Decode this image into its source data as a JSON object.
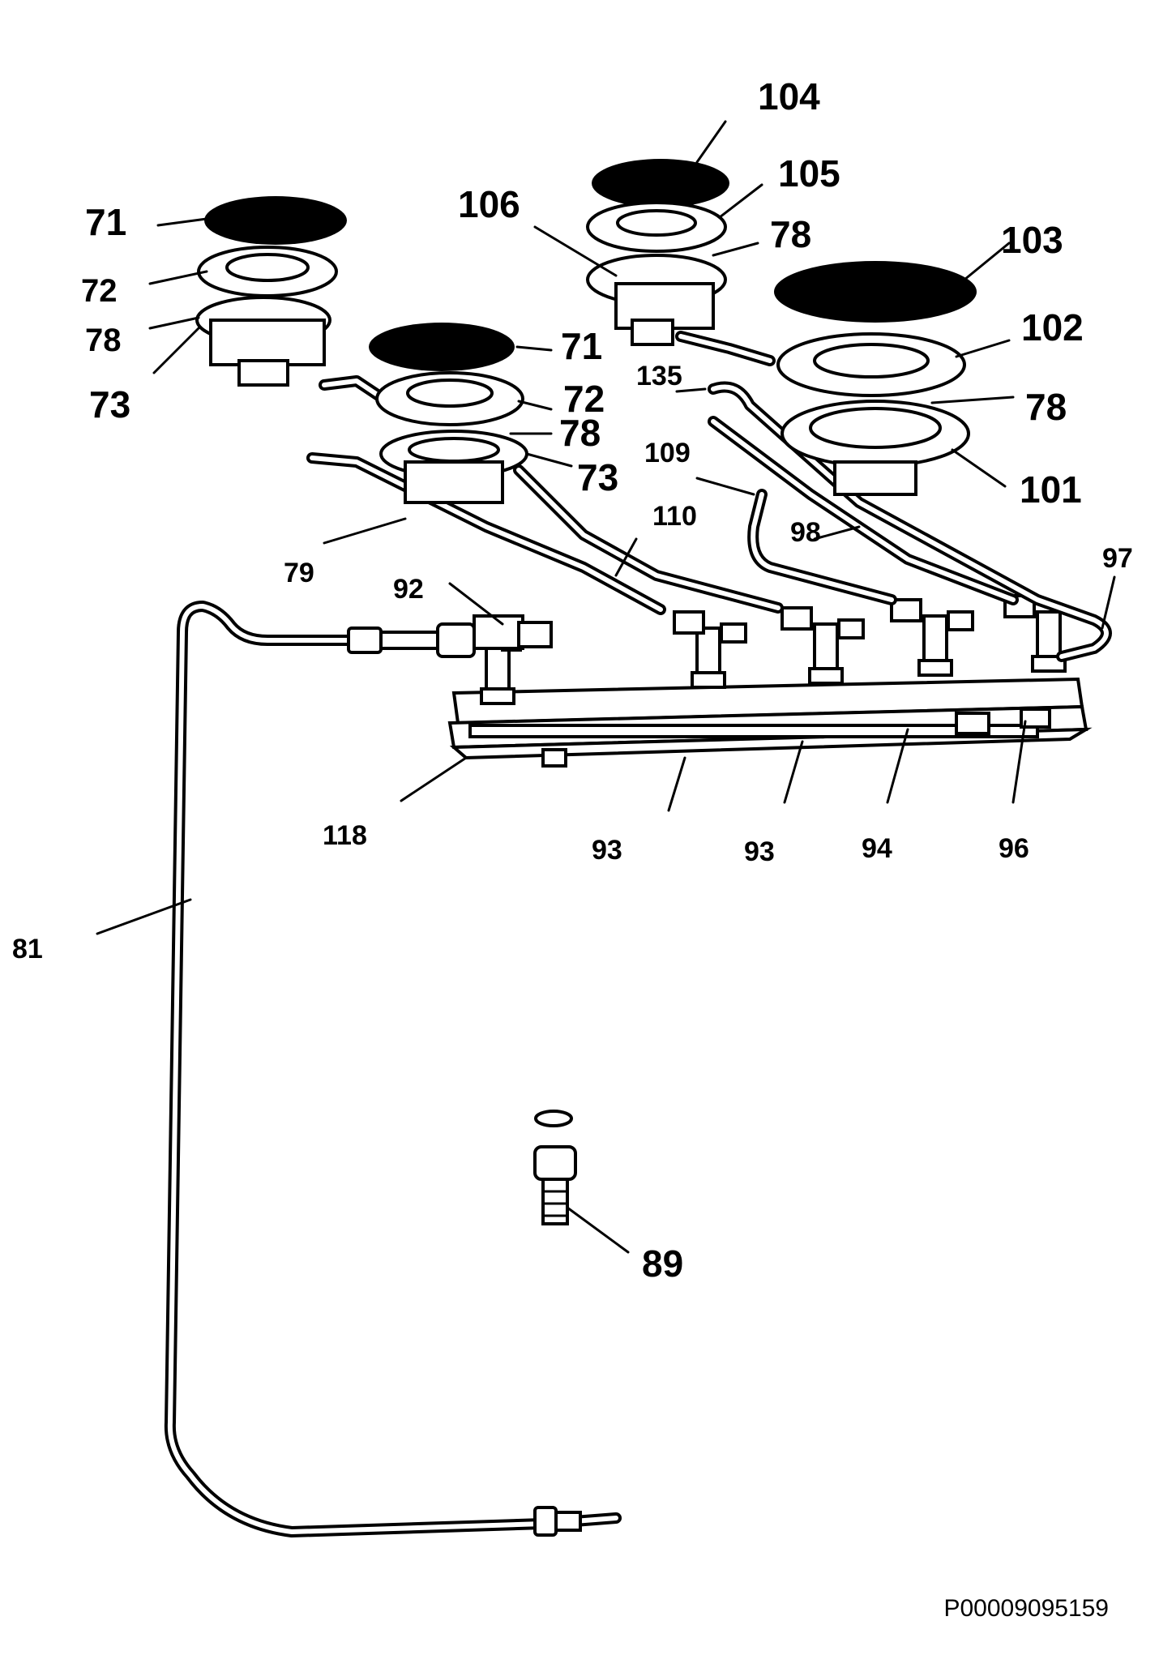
{
  "labels": {
    "l71a": "71",
    "l72a": "72",
    "l78a": "78",
    "l73a": "73",
    "l71b": "71",
    "l72b": "72",
    "l78b": "78",
    "l73b": "73",
    "l104": "104",
    "l105": "105",
    "l106": "106",
    "l78c": "78",
    "l103": "103",
    "l102": "102",
    "l135": "135",
    "l78d": "78",
    "l109": "109",
    "l101": "101",
    "l110": "110",
    "l98": "98",
    "l97": "97",
    "l79": "79",
    "l92": "92",
    "l118": "118",
    "l93a": "93",
    "l93b": "93",
    "l94": "94",
    "l96": "96",
    "l81": "81",
    "l89": "89"
  },
  "document_number": "P00009095159"
}
